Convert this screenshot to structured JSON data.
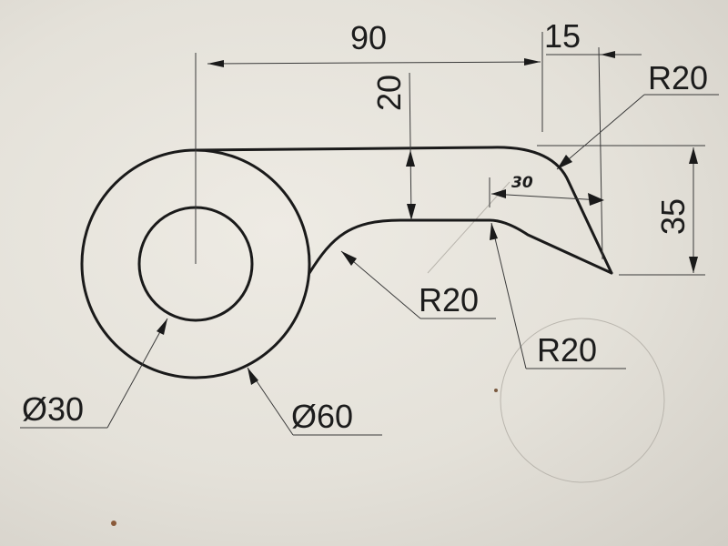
{
  "dimensions": {
    "horizontal_90": "90",
    "horizontal_15": "15",
    "vertical_20": "20",
    "vertical_35": "35",
    "radius_top_right": "R20",
    "radius_neck": "R20",
    "radius_hook": "R20",
    "diameter_inner": "Ø30",
    "diameter_outer": "Ø60",
    "handwritten_30": "30"
  }
}
